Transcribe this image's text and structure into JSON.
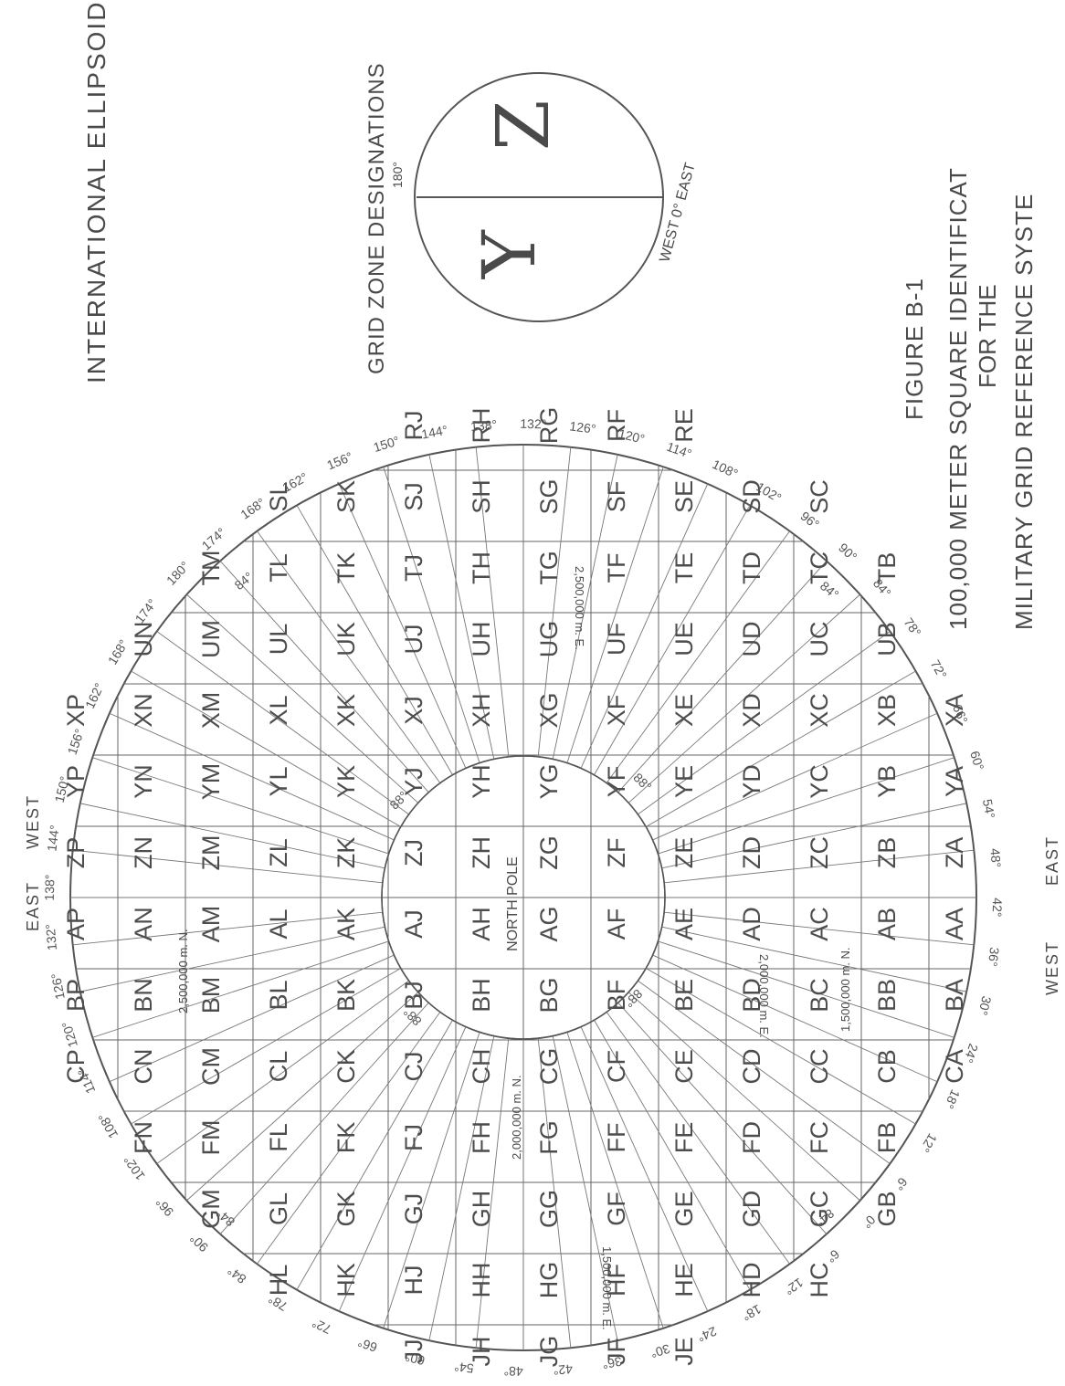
{
  "figure": {
    "title_line1": "FIGURE B-1",
    "title_line2": "100,000 METER SQUARE IDENTIFICAT",
    "title_line3": "FOR THE",
    "title_line4": "MILITARY GRID REFERENCE SYSTE"
  },
  "header": {
    "ellipsoid": "INTERNATIONAL ELLIPSOID",
    "grid_zone_title": "GRID ZONE DESIGNATIONS"
  },
  "zone_circle": {
    "top_label": "180°",
    "left_letter": "Y",
    "right_letter": "Z",
    "bottom_label": "WEST 0° EAST"
  },
  "pole": {
    "label": "NORTH POLE"
  },
  "polar_labels": {
    "top_west": "WEST",
    "top_east": "EAST",
    "bottom_west": "WEST",
    "bottom_east": "EAST"
  },
  "grid": {
    "rows": [
      [
        "XP",
        "YP",
        "ZP",
        "AP",
        "BP",
        "CP"
      ],
      [
        "UN",
        "XN",
        "YN",
        "ZN",
        "AN",
        "BN",
        "CN",
        "FN"
      ],
      [
        "TM",
        "UM",
        "XM",
        "YM",
        "ZM",
        "AM",
        "BM",
        "CM",
        "FM",
        "GM"
      ],
      [
        "SL",
        "TL",
        "UL",
        "XL",
        "YL",
        "ZL",
        "AL",
        "BL",
        "CL",
        "FL",
        "GL",
        "HL"
      ],
      [
        "SK",
        "TK",
        "UK",
        "XK",
        "YK",
        "ZK",
        "AK",
        "BK",
        "CK",
        "FK",
        "GK",
        "HK"
      ],
      [
        "RJ",
        "SJ",
        "TJ",
        "UJ",
        "XJ",
        "YJ",
        "ZJ",
        "AJ",
        "BJ",
        "CJ",
        "FJ",
        "GJ",
        "HJ",
        "JJ"
      ],
      [
        "RH",
        "SH",
        "TH",
        "UH",
        "XH",
        "YH",
        "ZH",
        "AH",
        "BH",
        "CH",
        "FH",
        "GH",
        "HH",
        "JH"
      ],
      [
        "RG",
        "SG",
        "TG",
        "UG",
        "XG",
        "YG",
        "ZG",
        "AG",
        "BG",
        "CG",
        "FG",
        "GG",
        "HG",
        "JG"
      ],
      [
        "RF",
        "SF",
        "TF",
        "UF",
        "XF",
        "YF",
        "ZF",
        "AF",
        "BF",
        "CF",
        "FF",
        "GF",
        "HF",
        "JF"
      ],
      [
        "RE",
        "SE",
        "TE",
        "UE",
        "XE",
        "YE",
        "ZE",
        "AE",
        "BE",
        "CE",
        "FE",
        "GE",
        "HE",
        "JE"
      ],
      [
        "SD",
        "TD",
        "UD",
        "XD",
        "YD",
        "ZD",
        "AD",
        "BD",
        "CD",
        "FD",
        "GD",
        "HD"
      ],
      [
        "SC",
        "TC",
        "UC",
        "XC",
        "YC",
        "ZC",
        "AC",
        "BC",
        "CC",
        "FC",
        "GC",
        "HC"
      ],
      [
        "TB",
        "UB",
        "XB",
        "YB",
        "ZB",
        "AB",
        "BB",
        "CB",
        "FB",
        "GB"
      ],
      [
        "XA",
        "YA",
        "ZA",
        "AA",
        "BA",
        "CA"
      ]
    ]
  },
  "edge_labels": {
    "top": [
      "162°",
      "168°",
      "174°",
      "180°",
      "174°",
      "168°",
      "162°",
      "156°",
      "150°",
      "144°",
      "138°",
      "132°",
      "126°",
      "120°",
      "114°",
      "108°",
      "102°",
      "96°",
      "90°",
      "84°",
      "78°",
      "72°",
      "66°",
      "60°",
      "54°",
      "48°",
      "42°",
      "36°",
      "30°",
      "24°",
      "18°",
      "12°",
      "6°",
      "0°",
      "6°",
      "12°",
      "18°",
      "24°",
      "30°",
      "36°",
      "42°",
      "48°",
      "54°",
      "60°",
      "66°",
      "72°",
      "78°",
      "84°",
      "90°",
      "96°",
      "102°",
      "108°",
      "114°",
      "120°",
      "126°",
      "132°",
      "138°",
      "144°",
      "150°",
      "156°"
    ]
  },
  "lat_labels": [
    "88°",
    "88°",
    "88°",
    "88°",
    "84°",
    "84°",
    "84°",
    "84°"
  ],
  "northing_labels": {
    "n2500_left": "2,500,000 m. N.",
    "n2000_left": "2,000,000 m. N.",
    "n1500_left": "1,500,000 m. N.",
    "e1500": "1,500,000 m. E.",
    "e2000": "2,000,000 m. E.",
    "e2500": "2,500,000 m. E."
  }
}
